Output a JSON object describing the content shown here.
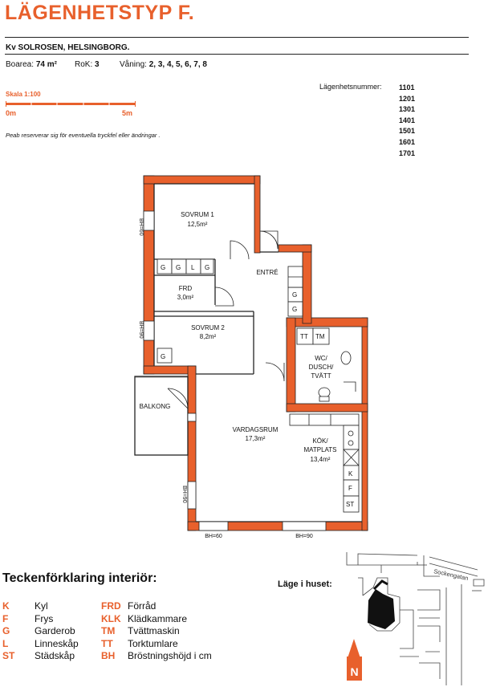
{
  "header": {
    "title": "LÄGENHETSTYP F.",
    "subtitle": "Kv SOLROSEN, HELSINGBORG."
  },
  "facts": {
    "boarea_label": "Boarea:",
    "boarea_value": "74 m²",
    "rok_label": "RoK:",
    "rok_value": "3",
    "vaning_label": "Våning:",
    "vaning_value": "2, 3, 4, 5, 6, 7, 8"
  },
  "scale": {
    "label": "Skala 1:100",
    "start": "0m",
    "end": "5m"
  },
  "disclaimer": "Peab reserverar sig för eventuella tryckfel eller ändringar .",
  "apartment_numbers": {
    "label": "Lägenhetsnummer:",
    "values": [
      "1101",
      "1201",
      "1301",
      "1401",
      "1501",
      "1601",
      "1701"
    ]
  },
  "rooms": {
    "sovrum1": {
      "name": "SOVRUM 1",
      "area": "12,5m²"
    },
    "frd": {
      "name": "FRD",
      "area": "3,0m²"
    },
    "sovrum2": {
      "name": "SOVRUM 2",
      "area": "8,2m²"
    },
    "entre": {
      "name": "ENTRÉ"
    },
    "wc": {
      "line1": "WC/",
      "line2": "DUSCH/",
      "line3": "TVÄTT"
    },
    "balkong": {
      "name": "BALKONG"
    },
    "vardagsrum": {
      "name": "VARDAGSRUM",
      "area": "17,3m²"
    },
    "kok": {
      "line1": "KÖK/",
      "line2": "MATPLATS",
      "area": "13,4m²"
    }
  },
  "fixtures": {
    "g": "G",
    "l": "L",
    "tt": "TT",
    "tm": "TM",
    "k": "K",
    "f": "F",
    "st": "ST"
  },
  "windows": {
    "bh60": "BH=60",
    "bh90": "BH=90"
  },
  "legend": {
    "title": "Teckenförklaring interiör:",
    "rows": [
      {
        "code1": "K",
        "text1": "Kyl",
        "code2": "FRD",
        "text2": "Förråd"
      },
      {
        "code1": "F",
        "text1": "Frys",
        "code2": "KLK",
        "text2": "Klädkammare"
      },
      {
        "code1": "G",
        "text1": "Garderob",
        "code2": "TM",
        "text2": "Tvättmaskin"
      },
      {
        "code1": "L",
        "text1": "Linneskåp",
        "code2": "TT",
        "text2": "Torktumlare"
      },
      {
        "code1": "ST",
        "text1": "Städskåp",
        "code2": "BH",
        "text2": "Bröstningshöjd i cm"
      }
    ]
  },
  "location": {
    "label": "Läge i huset:",
    "street": "Sockengatan",
    "north": "N"
  },
  "colors": {
    "accent": "#e8602c",
    "wall": "#e8602c",
    "outline": "#222222"
  }
}
